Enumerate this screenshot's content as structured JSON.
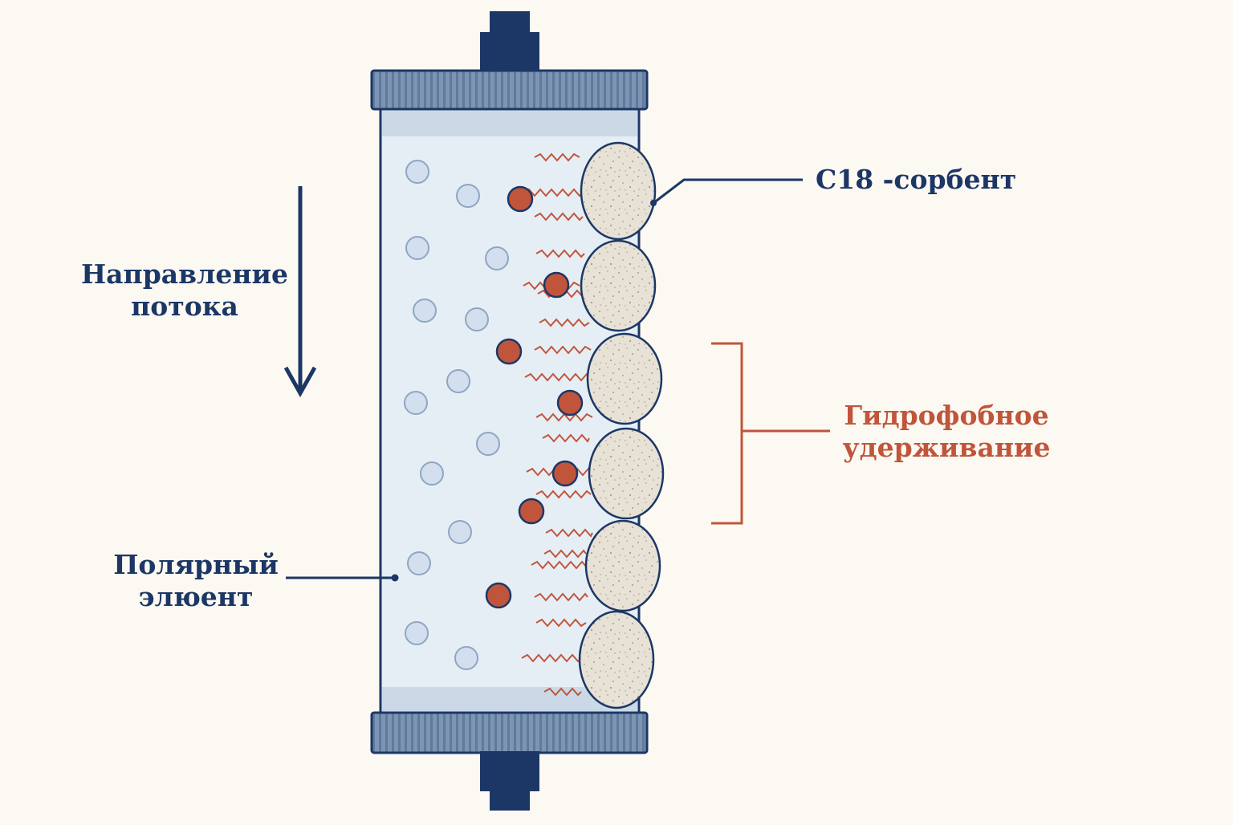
{
  "labels": {
    "sorbent": "C18 -сорбент",
    "flow_line1": "Направление",
    "flow_line2": "потока",
    "eluent_line1": "Полярный",
    "eluent_line2": "элюент",
    "retention_line1": "Гидрофобное",
    "retention_line2": "удерживание"
  },
  "colors": {
    "navy": "#1c3766",
    "rust": "#c0553b",
    "column_fill": "#e5edf4",
    "bead_fill": "#e7e1d6",
    "polar_fill": "#d3dfee",
    "background": "#fcf9f2"
  },
  "icons": {
    "flow_arrow": "arrow-down-icon",
    "polar_molecule": "circle-icon",
    "analyte_molecule": "filled-circle-icon",
    "c18_chain": "zigzag-icon"
  }
}
